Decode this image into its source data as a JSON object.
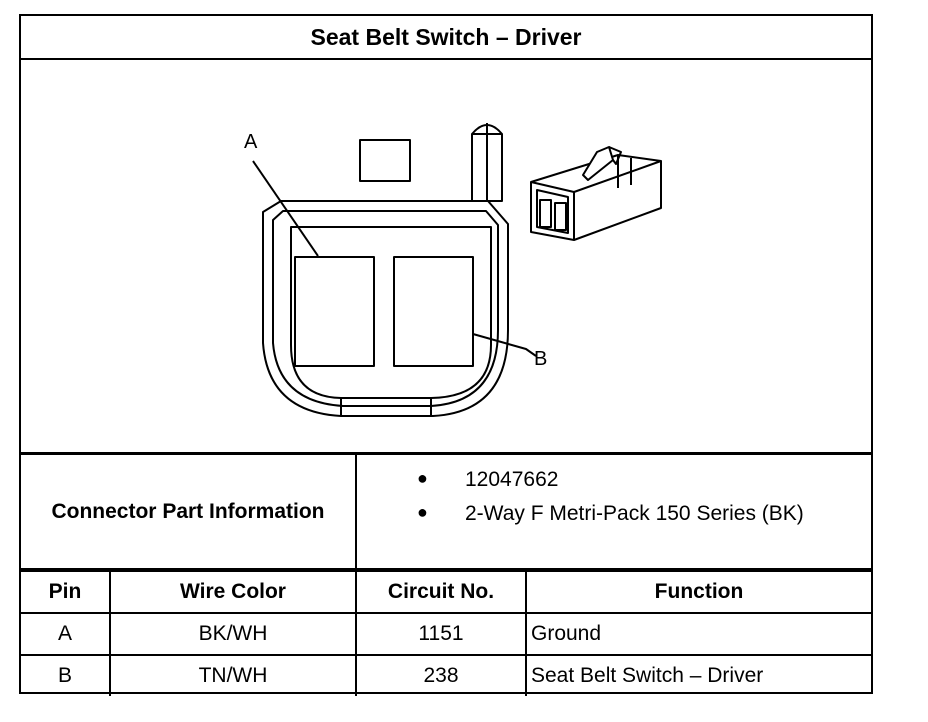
{
  "title": "Seat Belt Switch – Driver",
  "diagram": {
    "callouts": [
      "A",
      "B"
    ]
  },
  "connector_info": {
    "label": "Connector Part Information",
    "items": [
      "12047662",
      "2-Way F Metri-Pack 150 Series (BK)"
    ],
    "bullet": "●"
  },
  "pin_table": {
    "headers": [
      "Pin",
      "Wire Color",
      "Circuit No.",
      "Function"
    ],
    "rows": [
      [
        "A",
        "BK/WH",
        "1151",
        "Ground"
      ],
      [
        "B",
        "TN/WH",
        "238",
        "Seat Belt Switch – Driver"
      ]
    ]
  }
}
